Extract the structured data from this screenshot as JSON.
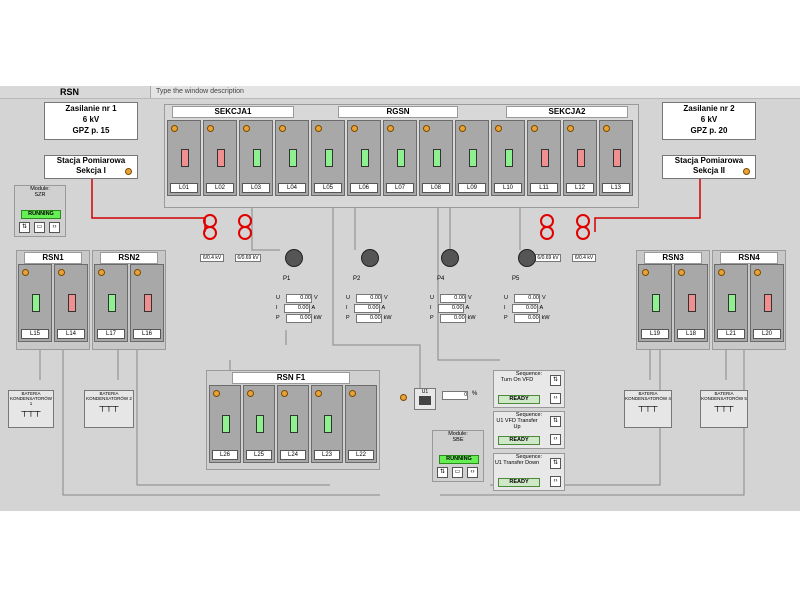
{
  "window": {
    "title": "RSN",
    "description": "Type the window description"
  },
  "sources": [
    {
      "line1": "Zasilanie nr 1",
      "line2": "6 kV",
      "line3": "GPZ p. 15",
      "meter1": "Stacja Pomiarowa",
      "meter2": "Sekcja I"
    },
    {
      "line1": "Zasilanie nr 2",
      "line2": "6 kV",
      "line3": "GPZ p. 20",
      "meter1": "Stacja Pomiarowa",
      "meter2": "Sekcja II"
    }
  ],
  "sections": {
    "sekcja1": "SEKCJA1",
    "rgsn": "RGSN",
    "sekcja2": "SEKCJA2"
  },
  "main_cells": [
    {
      "label": "L01",
      "state": "off"
    },
    {
      "label": "L02",
      "state": "off"
    },
    {
      "label": "L03",
      "state": "on"
    },
    {
      "label": "L04",
      "state": "on"
    },
    {
      "label": "L05",
      "state": "on"
    },
    {
      "label": "L06",
      "state": "on"
    },
    {
      "label": "L07",
      "state": "on"
    },
    {
      "label": "L08",
      "state": "on"
    },
    {
      "label": "L09",
      "state": "on"
    },
    {
      "label": "L10",
      "state": "on"
    },
    {
      "label": "L11",
      "state": "off"
    },
    {
      "label": "L12",
      "state": "off"
    },
    {
      "label": "L13",
      "state": "off"
    }
  ],
  "transformers": [
    "6/0.4 kV",
    "6/0.69 kV",
    "6/0.69 kV",
    "6/0.4 kV"
  ],
  "pumps": [
    {
      "name": "P1",
      "u": "0.00",
      "i": "0.00",
      "p": "0.00"
    },
    {
      "name": "P2",
      "u": "0.00",
      "i": "0.00",
      "p": "0.00"
    },
    {
      "name": "P4",
      "u": "0.00",
      "i": "0.00",
      "p": "0.00"
    },
    {
      "name": "P5",
      "u": "0.00",
      "i": "0.00",
      "p": "0.00"
    }
  ],
  "meas_labels": {
    "u": "U",
    "i": "I",
    "p": "P",
    "uu": "V",
    "iu": "A",
    "pu": "kW"
  },
  "modules": {
    "szr": {
      "label1": "Module:",
      "label2": "SZR",
      "status": "RUNNING"
    },
    "sbe": {
      "label1": "Module:",
      "label2": "SBE",
      "status": "RUNNING"
    }
  },
  "rsn": [
    {
      "name": "RSN1",
      "cells": [
        {
          "label": "L15",
          "state": "on"
        },
        {
          "label": "L14",
          "state": "off"
        }
      ]
    },
    {
      "name": "RSN2",
      "cells": [
        {
          "label": "L17",
          "state": "on"
        },
        {
          "label": "L16",
          "state": "off"
        }
      ]
    },
    {
      "name": "RSN3",
      "cells": [
        {
          "label": "L19",
          "state": "on"
        },
        {
          "label": "L18",
          "state": "off"
        }
      ]
    },
    {
      "name": "RSN4",
      "cells": [
        {
          "label": "L21",
          "state": "on"
        },
        {
          "label": "L20",
          "state": "off"
        }
      ]
    }
  ],
  "rsnf1": {
    "name": "RSN  F1",
    "cells": [
      {
        "label": "L26",
        "state": "on"
      },
      {
        "label": "L25",
        "state": "on"
      },
      {
        "label": "L24",
        "state": "on"
      },
      {
        "label": "L23",
        "state": "on"
      },
      {
        "label": "L22",
        "state": "empty"
      }
    ]
  },
  "batteries": [
    "BATERIA KONDENSATORÓW 1",
    "BATERIA KONDENSATORÓW 2",
    "BATERIA KONDENSATORÓW 4",
    "BATERIA KONDENSATORÓW 5"
  ],
  "vfd": {
    "name": "U1",
    "value": "0",
    "unit": "%"
  },
  "sequences": [
    {
      "label1": "Sequence:",
      "label2": "Turn On VFD",
      "status": "READY"
    },
    {
      "label1": "Sequence:",
      "label2": "U1 VFD Transfer Up",
      "status": "READY"
    },
    {
      "label1": "Sequence:",
      "label2": "U1 Transfer Down",
      "status": "READY"
    }
  ]
}
